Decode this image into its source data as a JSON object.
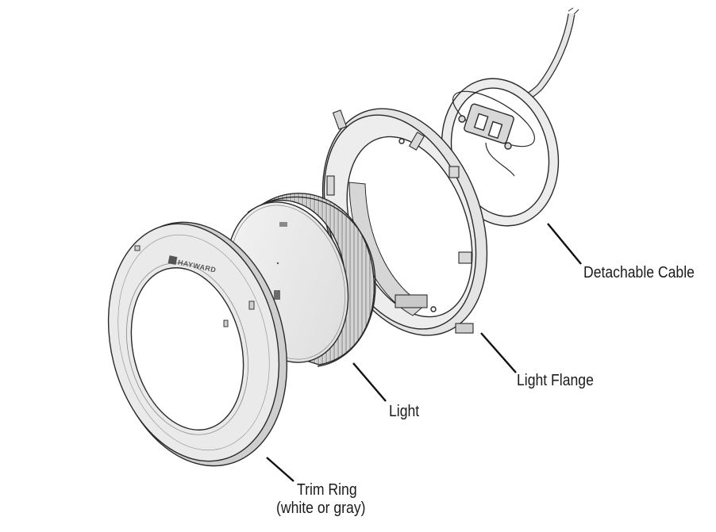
{
  "labels": {
    "detachable_cable": "Detachable Cable",
    "light_flange": "Light Flange",
    "light": "Light",
    "trim_ring_line1": "Trim Ring",
    "trim_ring_line2": "(white or gray)"
  },
  "logo_text": "HAYWARD",
  "colors": {
    "part_fill": "#e9e9e9",
    "part_shade": "#d2d2d2",
    "outline": "#2a2a2a",
    "leader": "#111111"
  }
}
